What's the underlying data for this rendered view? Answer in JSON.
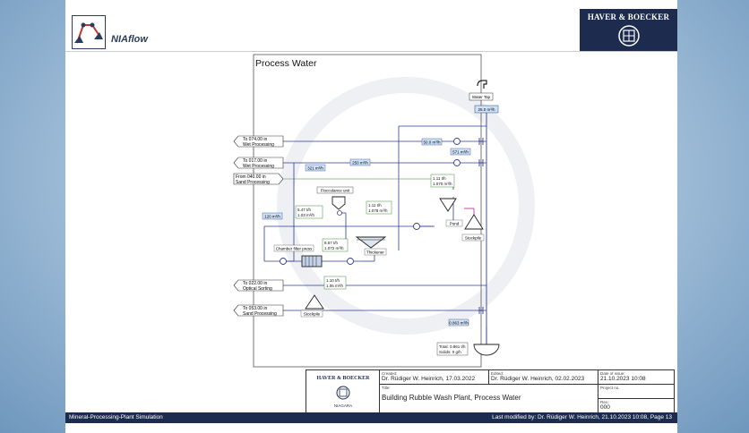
{
  "app": {
    "name": "NIAflow",
    "brand": "HAVER & BOECKER"
  },
  "diagram": {
    "title": "Process Water",
    "destinations": [
      {
        "line1": "To  074.00 in",
        "line2": "Wet Processing"
      },
      {
        "line1": "To  017.00 in",
        "line2": "Wet Processing"
      },
      {
        "line1": "From  040.00 in",
        "line2": "Sand Processing"
      },
      {
        "line1": "To  022.00 in",
        "line2": "Optical Sorting"
      },
      {
        "line1": "To  053.00 in",
        "line2": "Sand Processing"
      }
    ],
    "flow_labels": {
      "water_tap": "Water Tap",
      "tap_flow": "25.0 m³/h",
      "f1": "50.0 m³/h",
      "f2": "571 m³/h",
      "f3": "250 m³/h",
      "f4": "321 m³/h",
      "f5": "120 m³/h",
      "f6": "0.863 m³/h"
    },
    "data_boxes": {
      "d1a": "1.11 t/h",
      "d1b": "1.070 m³/h",
      "d2a": "5.47 t/h",
      "d2b": "1.03 m³/h",
      "d3a": "1.11 t/h",
      "d3b": "1.078 m³/h",
      "d4a": "8.57 t/h",
      "d4b": "1.072 m³/h",
      "d5a": "1.10 t/h",
      "d5b": "1.06 m³/h",
      "d6a": "Total: 0.861 t/h",
      "d6b": "Solids: 0 g/h"
    },
    "units": {
      "flocculant": "Flocculance unit",
      "thickener": "Thickener",
      "filter_press": "Chamber filter press",
      "pond": "Pond",
      "stockpile1": "Stockpile",
      "stockpile2": "Stockpile"
    }
  },
  "title_block": {
    "brand": "HAVER & BOECKER",
    "brand_sub": "NIAGARA",
    "created_label": "Created:",
    "created_value": "Dr. Rüdiger W. Heinrich, 17.03.2022",
    "edited_label": "Edited:",
    "edited_value": "Dr. Rüdiger W. Heinrich, 02.02.2023",
    "issue_label": "Date of issue:",
    "issue_value": "21.10.2023 10:08",
    "title_label": "Title:",
    "title_value": "Building Rubble Wash Plant, Process Water",
    "project_label": "Project no.",
    "project_value": "",
    "rev_label": "Rev.:",
    "rev_value": "000"
  },
  "footer": {
    "left": "Mineral-Processing-Plant Simulation",
    "right": "Last modified by:  Dr. Rüdiger W. Heinrich, 21.10.2023 10:08, Page 13"
  },
  "colors": {
    "navy": "#1d2b4e",
    "flow_box": "#cfe3f7",
    "line": "#2f3d8f",
    "accent": "#c0399b"
  }
}
